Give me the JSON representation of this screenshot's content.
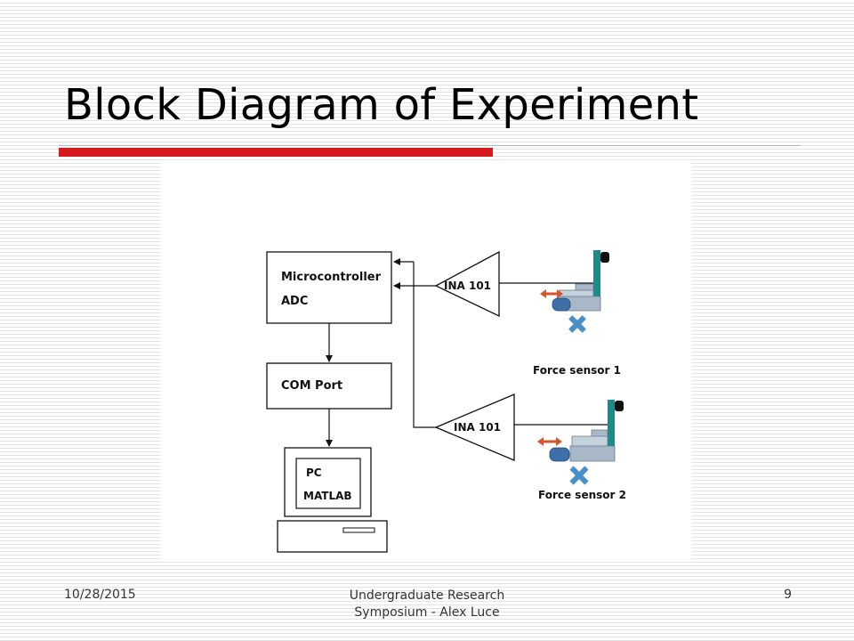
{
  "slide": {
    "title": "Block Diagram of Experiment",
    "accent_color": "#d71920"
  },
  "diagram": {
    "microcontroller": {
      "line1": "Microcontroller",
      "line2": "ADC"
    },
    "com_port": "COM Port",
    "pc": {
      "line1": "PC",
      "line2": "MATLAB"
    },
    "amplifier_top": "INA 101",
    "amplifier_bottom": "INA 101",
    "sensor_top_label": "Force sensor 1",
    "sensor_bottom_label": "Force sensor 2",
    "colors": {
      "sensor_post": "#1c8a8a",
      "sensor_body": "#a9b8c8",
      "sensor_cylinder": "#3e6fa8",
      "direction_arrow": "#d2562e",
      "cross_marker": "#4a90c8"
    }
  },
  "footer": {
    "date": "10/28/2015",
    "center_line1": "Undergraduate Research",
    "center_line2": "Symposium - Alex Luce",
    "page": "9"
  }
}
